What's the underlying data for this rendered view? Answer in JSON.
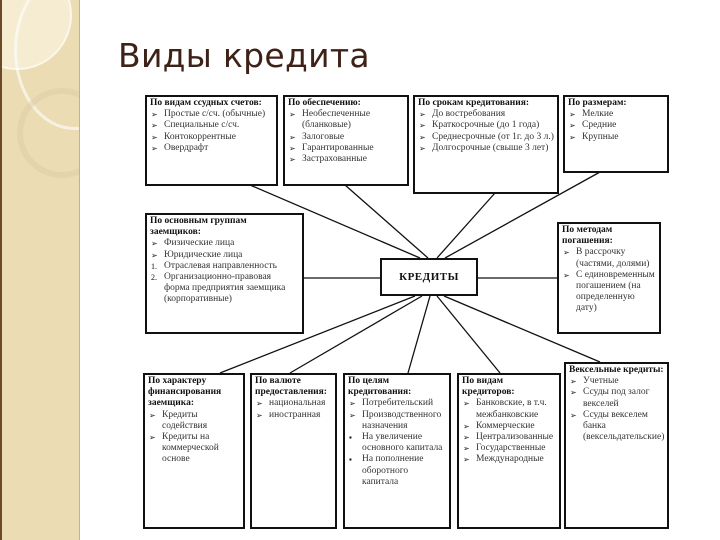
{
  "slide": {
    "title": "Виды кредита"
  },
  "diagram": {
    "center": "КРЕДИТЫ",
    "boxes": [
      {
        "heading": "По видам ссудных счетов:",
        "items": [
          {
            "marker": "➢",
            "text": "Простые с/сч. (обычные)"
          },
          {
            "marker": "➢",
            "text": "Специальные с/сч."
          },
          {
            "marker": "➢",
            "text": "Контокоррентные"
          },
          {
            "marker": "➢",
            "text": "Овердрафт"
          }
        ]
      },
      {
        "heading": "По обеспечению:",
        "items": [
          {
            "marker": "➢",
            "text": "Необеспеченные (бланковые)"
          },
          {
            "marker": "➢",
            "text": "Залоговые"
          },
          {
            "marker": "➢",
            "text": "Гарантированные"
          },
          {
            "marker": "➢",
            "text": "Застрахованные"
          }
        ]
      },
      {
        "heading": "По срокам кредитования:",
        "items": [
          {
            "marker": "➢",
            "text": "До востребования"
          },
          {
            "marker": "➢",
            "text": "Краткосрочные (до 1 года)"
          },
          {
            "marker": "➢",
            "text": "Среднесрочные (от 1г. до 3 л.)"
          },
          {
            "marker": "➢",
            "text": "Долгосрочные (свыше 3 лет)"
          }
        ]
      },
      {
        "heading": "По размерам:",
        "items": [
          {
            "marker": "➢",
            "text": "Мелкие"
          },
          {
            "marker": "➢",
            "text": "Средние"
          },
          {
            "marker": "➢",
            "text": "Крупные"
          }
        ]
      },
      {
        "heading": "По основным группам заемщиков:",
        "items": [
          {
            "marker": "➢",
            "text": "Физические лица"
          },
          {
            "marker": "➢",
            "text": "Юридические лица"
          },
          {
            "marker": "1.",
            "text": "Отраслевая направленность"
          },
          {
            "marker": "2.",
            "text": "Организационно-правовая форма предприятия заемщика (корпоративные)"
          }
        ]
      },
      {
        "heading": "По методам погашения:",
        "items": [
          {
            "marker": "➢",
            "text": "В рассрочку (частями, долями)"
          },
          {
            "marker": "➢",
            "text": "С единовременным погашением (на определенную дату)"
          }
        ]
      },
      {
        "heading": "По характеру финансирования заемщика:",
        "items": [
          {
            "marker": "➢",
            "text": "Кредиты содействия"
          },
          {
            "marker": "➢",
            "text": "Кредиты на коммерческой основе"
          }
        ]
      },
      {
        "heading": "По валюте предоставления:",
        "items": [
          {
            "marker": "➢",
            "text": "национальная"
          },
          {
            "marker": "➢",
            "text": "иностранная"
          }
        ]
      },
      {
        "heading": "По целям кредитования:",
        "items": [
          {
            "marker": "➢",
            "text": "Потребительский"
          },
          {
            "marker": "➢",
            "text": "Производственного назначения"
          },
          {
            "marker": "▪",
            "text": "На увеличение основного капитала"
          },
          {
            "marker": "▪",
            "text": "На пополнение оборотного капитала"
          }
        ]
      },
      {
        "heading": "По видам кредиторов:",
        "items": [
          {
            "marker": "➢",
            "text": "Банковские, в т.ч. межбанковские"
          },
          {
            "marker": "➢",
            "text": "Коммерческие"
          },
          {
            "marker": "➢",
            "text": "Централизованные"
          },
          {
            "marker": "➢",
            "text": "Государственные"
          },
          {
            "marker": "➢",
            "text": "Международные"
          }
        ]
      },
      {
        "heading": "Вексельные кредиты:",
        "items": [
          {
            "marker": "➢",
            "text": "Учетные"
          },
          {
            "marker": "➢",
            "text": "Ссуды под залог векселей"
          },
          {
            "marker": "➢",
            "text": "Ссуды векселем банка (вексельдательские)"
          }
        ]
      }
    ]
  }
}
